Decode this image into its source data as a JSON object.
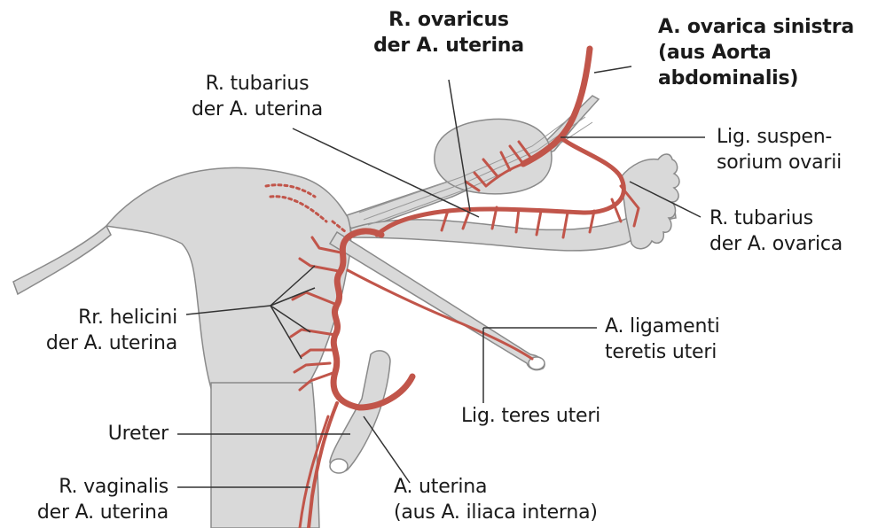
{
  "labels": {
    "r_ovaricus": [
      "R. ovaricus",
      "der A. uterina"
    ],
    "a_ovarica": [
      "A. ovarica sinistra",
      "(aus Aorta",
      "abdominalis)"
    ],
    "r_tubarius_uterina": [
      "R. tubarius",
      "der A. uterina"
    ],
    "lig_suspensorium": [
      "Lig. suspen-",
      "sorium ovarii"
    ],
    "r_tubarius_ovarica": [
      "R. tubarius",
      "der A. ovarica"
    ],
    "rr_helicini": [
      "Rr. helicini",
      "der A. uterina"
    ],
    "a_ligamenti": [
      "A. ligamenti",
      "teretis uteri"
    ],
    "lig_teres": [
      "Lig. teres uteri"
    ],
    "ureter": [
      "Ureter"
    ],
    "r_vaginalis": [
      "R. vaginalis",
      "der A. uterina"
    ],
    "a_uterina": [
      "A. uterina",
      "(aus A. iliaca interna)"
    ]
  },
  "colors": {
    "organ_fill": "#d9d9d9",
    "organ_stroke": "#8a8a8a",
    "artery": "#c1554a",
    "artery_dark": "#8e2f27",
    "leader": "#333333"
  }
}
